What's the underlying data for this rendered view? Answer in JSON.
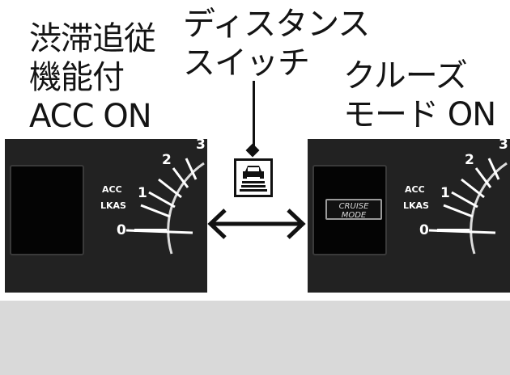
{
  "captions": {
    "left": [
      "渋滞追従",
      "機能付",
      "ACC ON"
    ],
    "center": [
      "ディスタンス",
      "スイッチ"
    ],
    "right": [
      "クルーズ",
      "モード ON"
    ]
  },
  "left_cluster": {
    "scale_labels": [
      "0",
      "1",
      "2",
      "3"
    ],
    "indicators": [
      "ACC",
      "LKAS"
    ],
    "needle_value": 0
  },
  "right_cluster": {
    "scale_labels": [
      "0",
      "1",
      "2",
      "3"
    ],
    "indicators": [
      "ACC",
      "LKAS"
    ],
    "badge": [
      "CRUISE",
      "MODE"
    ],
    "needle_value": 0
  },
  "icons": {
    "distance_switch": "distance-switch-icon",
    "arrow": "double-arrow-icon"
  },
  "colors": {
    "background": "#ffffff",
    "lower_band": "#d9d9d9",
    "cluster_body": "#222222",
    "text": "#141414"
  }
}
